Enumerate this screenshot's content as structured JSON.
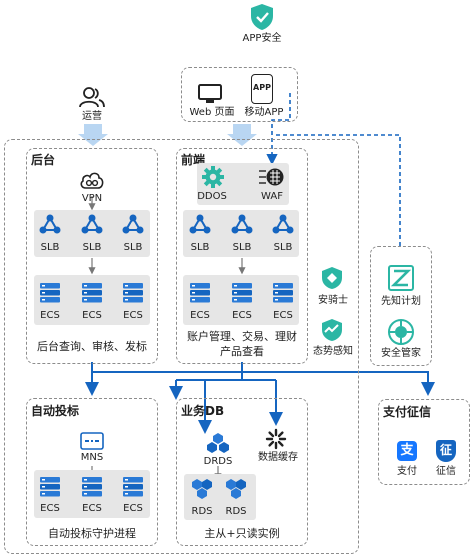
{
  "top": {
    "app_security": "APP安全"
  },
  "clients": {
    "web": "Web 页面",
    "app_badge": "APP",
    "mobile_app": "移动APP"
  },
  "ops": {
    "label": "运营"
  },
  "backend": {
    "title": "后台",
    "vpn": "VPN",
    "slb": [
      "SLB",
      "SLB",
      "SLB"
    ],
    "ecs": [
      "ECS",
      "ECS",
      "ECS"
    ],
    "caption": "后台查询、审核、发标"
  },
  "frontend": {
    "title": "前端",
    "ddos": "DDOS",
    "waf": "WAF",
    "slb": [
      "SLB",
      "SLB",
      "SLB"
    ],
    "ecs": [
      "ECS",
      "ECS",
      "ECS"
    ],
    "caption": "账户管理、交易、理财产品查看"
  },
  "security": {
    "anqishi": "安骑士",
    "taishi": "态势感知"
  },
  "right_panel": {
    "xianzhi": "先知计划",
    "guanjia": "安全管家"
  },
  "auto_bid": {
    "title": "自动投标",
    "mns": "MNS",
    "ecs": [
      "ECS",
      "ECS",
      "ECS"
    ],
    "caption": "自动投标守护进程"
  },
  "business_db": {
    "title": "业务DB",
    "drds": "DRDS",
    "cache": "数据缓存",
    "rds": [
      "RDS",
      "RDS"
    ],
    "caption": "主从+只读实例"
  },
  "payment": {
    "title": "支付征信",
    "pay": "支付",
    "credit": "征信",
    "pay_glyph": "支",
    "credit_glyph": "征"
  },
  "colors": {
    "blue": "#1565c0",
    "teal": "#2bb6a4",
    "grey_box": "#e6e6e6"
  }
}
